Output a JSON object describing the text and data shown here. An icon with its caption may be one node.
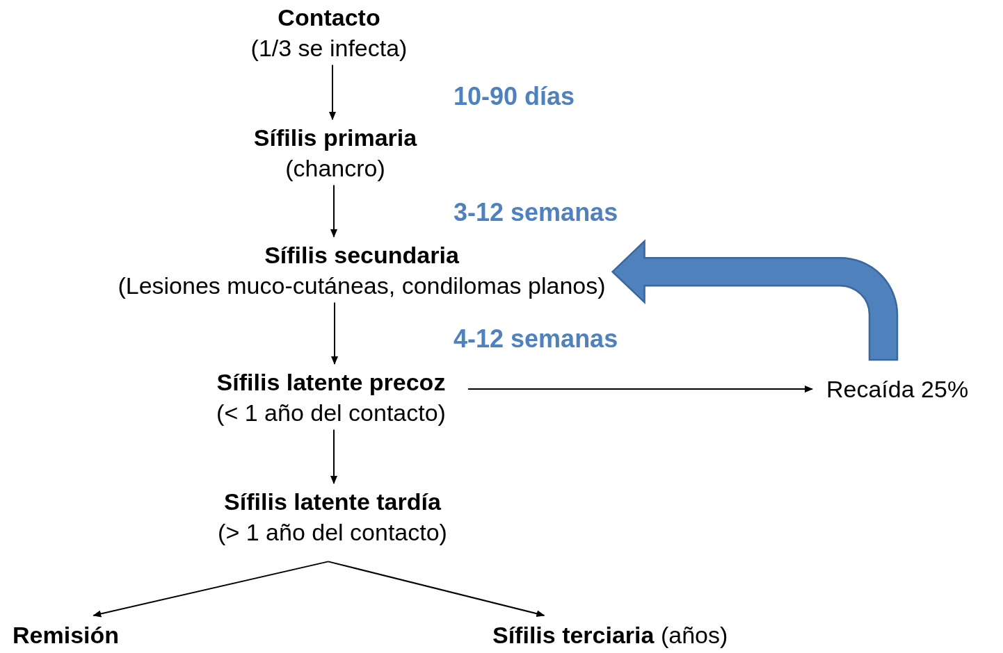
{
  "diagram": {
    "nodes": [
      {
        "text": [
          "Contacto",
          "(1/3 se infecta)"
        ]
      },
      {
        "text": [
          "Sífilis primaria",
          "(chancro)"
        ]
      },
      {
        "text": [
          "Sífilis secundaria",
          "(Lesiones muco-cutáneas, condilomas planos)"
        ]
      },
      {
        "text": [
          "Sífilis latente precoz",
          "(< 1 año del contacto)"
        ]
      },
      {
        "text": [
          "Recaída 25%"
        ]
      },
      {
        "text": [
          "Sífilis latente tardía",
          "(> 1 año del contacto)"
        ]
      },
      {
        "text": [
          "Remisión"
        ]
      },
      {
        "text": [
          "**Sífilis terciaria** (años)"
        ]
      }
    ],
    "edges": [
      {
        "from": 0,
        "to": 1,
        "arrow": "to"
      },
      {
        "from": 1,
        "to": 2,
        "arrow": "to"
      },
      {
        "from": 2,
        "to": 3,
        "arrow": "to"
      },
      {
        "from": 3,
        "to": 4,
        "arrow": "to"
      },
      {
        "from": 4,
        "to": 2,
        "arrow": "to",
        "style": "thick",
        "color": "#4f81bd"
      },
      {
        "from": 5,
        "to": 6,
        "arrow": "to"
      },
      {
        "from": 5,
        "to": 7,
        "arrow": "to"
      },
      {
        "from": 3,
        "to": 5,
        "arrow": "to"
      }
    ],
    "labels": [
      "10-90 días",
      "3-12 semanas",
      "4-12 semanas"
    ]
  }
}
